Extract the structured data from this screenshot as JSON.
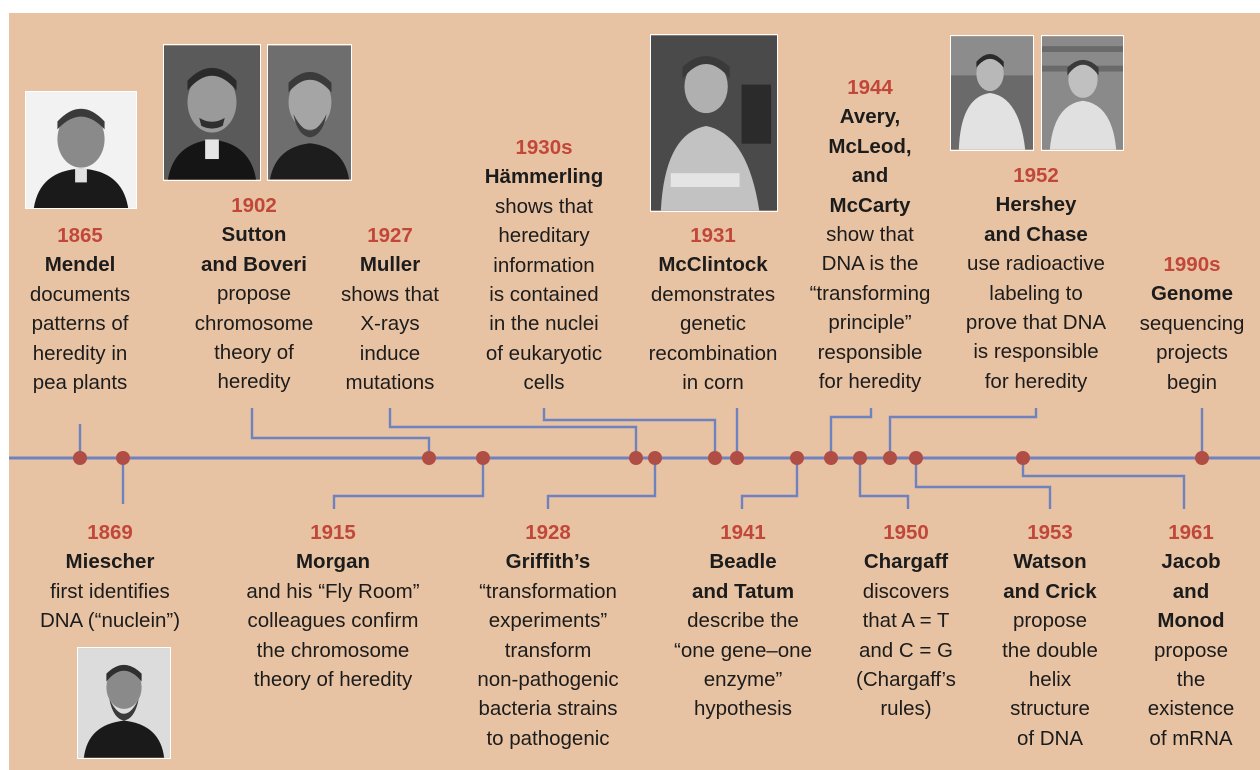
{
  "events_above": [
    {
      "id": "mendel",
      "year": "1865",
      "names": "Mendel",
      "description": "documents\npatterns of\nheredity in\npea plants"
    },
    {
      "id": "sutton-boveri",
      "year": "1902",
      "names": "Sutton\nand Boveri",
      "description": "propose\nchromosome\ntheory of\nheredity"
    },
    {
      "id": "muller",
      "year": "1927",
      "names": "Muller",
      "description": "shows that\nX-rays\ninduce\nmutations"
    },
    {
      "id": "hammerling",
      "year": "1930s",
      "names": "Hämmerling",
      "description": "shows that\nhereditary\ninformation\nis contained\nin the nuclei\nof eukaryotic\ncells"
    },
    {
      "id": "mcclintock",
      "year": "1931",
      "names": "McClintock",
      "description": "demonstrates\ngenetic\nrecombination\nin corn"
    },
    {
      "id": "avery",
      "year": "1944",
      "names": "Avery,\nMcLeod,\nand\nMcCarty",
      "description": "show that\nDNA is the\n“transforming\nprinciple”\nresponsible\nfor heredity"
    },
    {
      "id": "hershey-chase",
      "year": "1952",
      "names": "Hershey\nand Chase",
      "description": "use radioactive\nlabeling to\nprove that DNA\nis responsible\nfor heredity"
    },
    {
      "id": "genome",
      "year": "1990s",
      "names": "Genome",
      "description": "sequencing\nprojects\nbegin"
    }
  ],
  "events_below": [
    {
      "id": "miescher",
      "year": "1869",
      "names": "Miescher",
      "description": "first identifies\nDNA (“nuclein”)"
    },
    {
      "id": "morgan",
      "year": "1915",
      "names": "Morgan",
      "description": "and his “Fly Room”\ncolleagues confirm\nthe chromosome\ntheory of heredity"
    },
    {
      "id": "griffith",
      "year": "1928",
      "names": "Griffith’s",
      "description": "“transformation\nexperiments”\ntransform\nnon-pathogenic\nbacteria strains\nto pathogenic"
    },
    {
      "id": "beadle-tatum",
      "year": "1941",
      "names": "Beadle\nand Tatum",
      "description": "describe the\n“one gene–one\nenzyme”\nhypothesis"
    },
    {
      "id": "chargaff",
      "year": "1950",
      "names": "Chargaff",
      "description": "discovers\nthat A = T\nand C = G\n(Chargaff’s\nrules)"
    },
    {
      "id": "watson-crick",
      "year": "1953",
      "names": "Watson\nand Crick",
      "description": "propose\nthe double\nhelix\nstructure\nof DNA"
    },
    {
      "id": "jacob-monod",
      "year": "1961",
      "names": "Jacob\nand\nMonod",
      "description": "propose\nthe\nexistence\nof mRNA"
    }
  ],
  "colors": {
    "background": "#e8c3a3",
    "timeline": "#6f82c0",
    "marker": "#b04e45",
    "year_text": "#c0473a"
  }
}
